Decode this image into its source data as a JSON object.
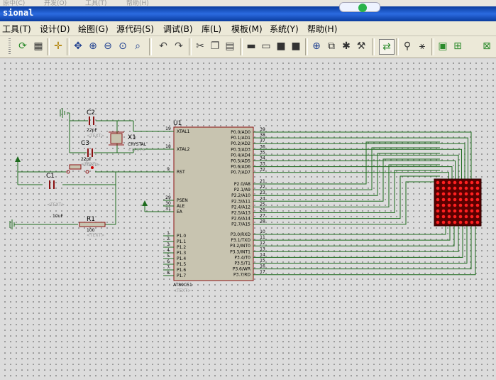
{
  "top_strip": [
    "原中(C)",
    "开发(O)",
    "工具(T)",
    "帮助(H)"
  ],
  "window": {
    "title": "sional"
  },
  "menu": [
    {
      "key": "tools",
      "label": "工具(T)"
    },
    {
      "key": "design",
      "label": "设计(D)"
    },
    {
      "key": "graph",
      "label": "绘图(G)"
    },
    {
      "key": "source",
      "label": "源代码(S)"
    },
    {
      "key": "debug",
      "label": "调试(B)"
    },
    {
      "key": "library",
      "label": "库(L)"
    },
    {
      "key": "template",
      "label": "模板(M)"
    },
    {
      "key": "system",
      "label": "系统(Y)"
    },
    {
      "key": "help",
      "label": "帮助(H)"
    }
  ],
  "toolbar_icons": [
    "refresh-icon",
    "grid-icon",
    "origin-icon",
    "pan-icon",
    "zoom-in-icon",
    "zoom-out-icon",
    "zoom-all-icon",
    "zoom-area-icon",
    "undo-icon",
    "redo-icon",
    "cut-icon",
    "copy-icon",
    "paste-icon",
    "block-copy-icon",
    "block-move-icon",
    "block-rotate-icon",
    "block-delete-icon",
    "pick-device-icon",
    "make-device-icon",
    "pack-device-icon",
    "decompose-icon",
    "wire-autorouter-icon",
    "search-icon",
    "property-assign-icon",
    "design-explorer-icon",
    "new-sheet-icon",
    "remove-sheet-icon"
  ],
  "schematic": {
    "c2": {
      "ref": "C2",
      "value": "22pF",
      "text": "<TEXT>"
    },
    "c3": {
      "ref": "C3",
      "value": "22pF",
      "text": "<TEXT>"
    },
    "x1": {
      "ref": "X1",
      "value": "CRYSTAL",
      "text": "<TEXT>"
    },
    "c1": {
      "ref": "C1",
      "value": "10uF",
      "text": "<TEXT>"
    },
    "r1": {
      "ref": "R1",
      "value": "100",
      "text": "<TEXT>"
    },
    "reset": {
      "text": "<TEXT>"
    },
    "u1": {
      "ref": "U1",
      "part": "AT89C51",
      "text": "<TEXT>"
    },
    "left_pins": [
      {
        "num": "19",
        "name": "XTAL1"
      },
      {
        "num": "18",
        "name": "XTAL2"
      },
      {
        "num": "9",
        "name": "RST"
      },
      {
        "num": "29",
        "name": "PSEN"
      },
      {
        "num": "30",
        "name": "ALE"
      },
      {
        "num": "31",
        "name": "EA"
      },
      {
        "num": "1",
        "name": "P1.0"
      },
      {
        "num": "2",
        "name": "P1.1"
      },
      {
        "num": "3",
        "name": "P1.2"
      },
      {
        "num": "4",
        "name": "P1.3"
      },
      {
        "num": "5",
        "name": "P1.4"
      },
      {
        "num": "6",
        "name": "P1.5"
      },
      {
        "num": "7",
        "name": "P1.6"
      },
      {
        "num": "8",
        "name": "P1.7"
      }
    ],
    "right_pins": [
      {
        "num": "39",
        "name": "P0.0/AD0"
      },
      {
        "num": "38",
        "name": "P0.1/AD1"
      },
      {
        "num": "37",
        "name": "P0.2/AD2"
      },
      {
        "num": "36",
        "name": "P0.3/AD3"
      },
      {
        "num": "35",
        "name": "P0.4/AD4"
      },
      {
        "num": "34",
        "name": "P0.5/AD5"
      },
      {
        "num": "33",
        "name": "P0.6/AD6"
      },
      {
        "num": "32",
        "name": "P0.7/AD7"
      },
      {
        "num": "21",
        "name": "P2.0/A8"
      },
      {
        "num": "22",
        "name": "P2.1/A9"
      },
      {
        "num": "23",
        "name": "P2.2/A10"
      },
      {
        "num": "24",
        "name": "P2.3/A11"
      },
      {
        "num": "25",
        "name": "P2.4/A12"
      },
      {
        "num": "26",
        "name": "P2.5/A13"
      },
      {
        "num": "27",
        "name": "P2.6/A14"
      },
      {
        "num": "28",
        "name": "P2.7/A15"
      },
      {
        "num": "10",
        "name": "P3.0/RXD"
      },
      {
        "num": "11",
        "name": "P3.1/TXD"
      },
      {
        "num": "12",
        "name": "P3.2/INT0"
      },
      {
        "num": "13",
        "name": "P3.3/INT1"
      },
      {
        "num": "14",
        "name": "P3.4/T0"
      },
      {
        "num": "15",
        "name": "P3.5/T1"
      },
      {
        "num": "16",
        "name": "P3.6/WR"
      },
      {
        "num": "17",
        "name": "P3.7/RD"
      }
    ],
    "colors": {
      "wire": "#1e6b1e",
      "chip_fill": "#c8c4b0",
      "chip_border": "#8b1010",
      "led_bg": "#5a0000",
      "led_on": "#ff2020",
      "canvas": "#dcdcdc",
      "label": "#000000",
      "ghost": "#9a9a9a"
    }
  }
}
